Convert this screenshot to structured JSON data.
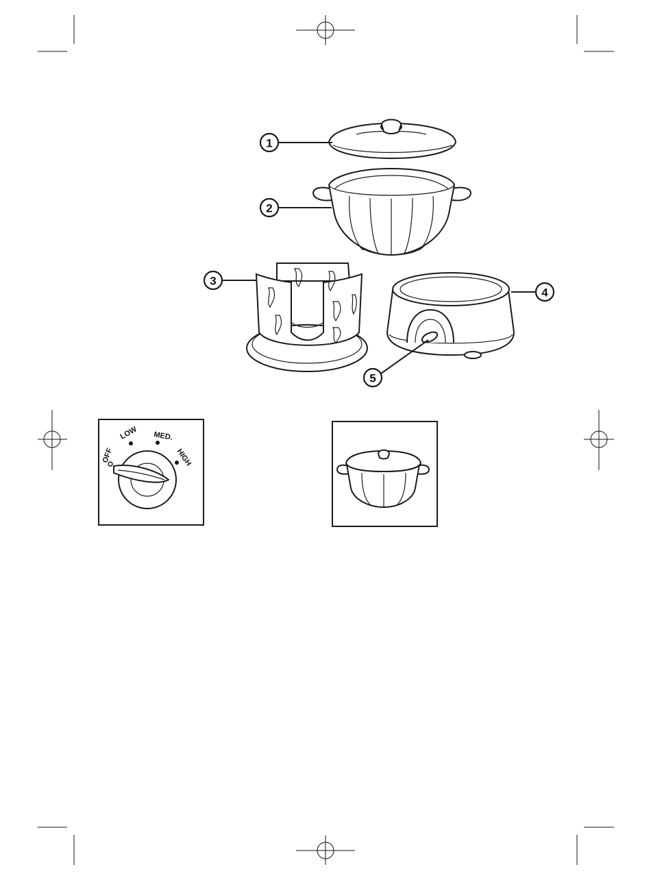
{
  "callouts": [
    {
      "id": "1"
    },
    {
      "id": "2"
    },
    {
      "id": "3"
    },
    {
      "id": "4"
    },
    {
      "id": "5"
    }
  ],
  "dial": {
    "off": "OFF",
    "low": "LOW",
    "med": "MED.",
    "high": "HIGH"
  },
  "colors": {
    "ink": "#1a1a1a",
    "paper": "#ffffff"
  }
}
